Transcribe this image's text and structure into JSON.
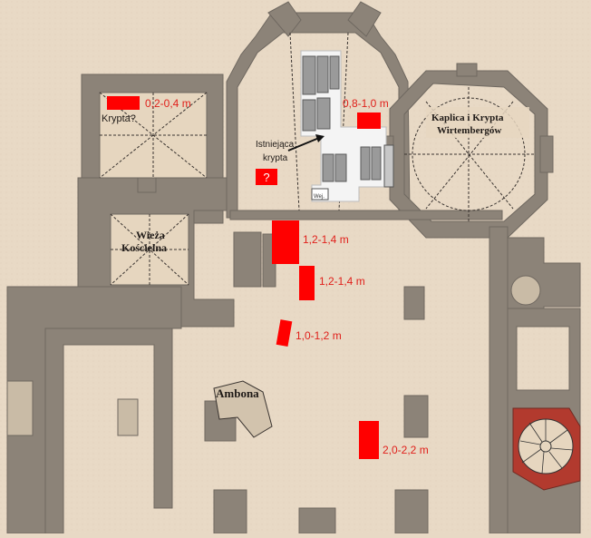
{
  "colors": {
    "background": "#e8d9c5",
    "wall": "#8c8378",
    "wall_dark": "#6f6860",
    "room_fill": "#e6d6bf",
    "marker_red": "#ff0000",
    "label_red": "#e0201b",
    "label_dark": "#1f1a17",
    "crypt_white": "#f4f4f4",
    "coffin_grey": "#9a9a9a",
    "stair_red": "#b23a2e"
  },
  "rooms": {
    "kaplica": "Kaplica i Krypta Wirtembergów",
    "wieza_line1": "Wieża",
    "wieza_line2": "Kościelna",
    "ambona": "Ambona",
    "krypta_q": "Krypta?",
    "existing_line1": "Istniejąca",
    "existing_line2": "krypta",
    "question_mark": "?",
    "small_label_wej": "Wej."
  },
  "depth_markers": [
    {
      "label": "0,2-0,4 m"
    },
    {
      "label": "0,8-1,0 m"
    },
    {
      "label": "1,2-1,4 m"
    },
    {
      "label": "1,2-1,4 m"
    },
    {
      "label": "1,0-1,2 m"
    },
    {
      "label": "2,0-2,2 m"
    }
  ],
  "icons": {
    "arrow": "arrow-icon",
    "stair": "spiral-stair-icon"
  }
}
